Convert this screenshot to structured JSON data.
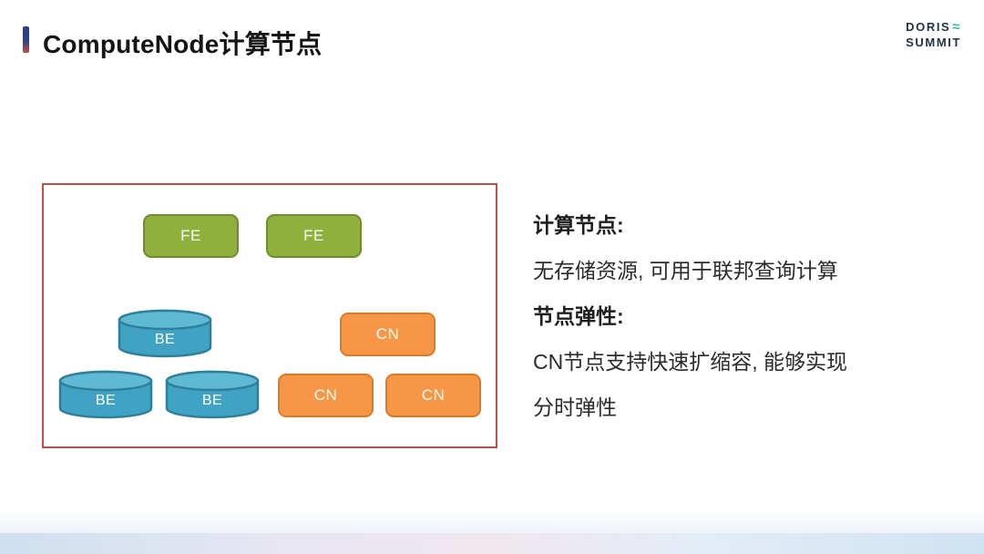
{
  "slide": {
    "title": "ComputeNode计算节点",
    "logo": {
      "line1": "DORIS",
      "line2": "SUMMIT",
      "mark": "≈"
    },
    "colors": {
      "accent_blue": "#27418f",
      "accent_red": "#c94a42",
      "diagram_border": "#bf4f4c",
      "fe_fill": "#8fb03c",
      "fe_border": "#6f8c2f",
      "cn_fill": "#f79646",
      "cn_border": "#d97a27",
      "be_fill": "#41a3c3",
      "be_top": "#5fb9d3",
      "be_border": "#2e7f9b",
      "logo_navy": "#223247",
      "logo_teal": "#35b8ac"
    }
  },
  "diagram": {
    "nodes": {
      "fe1": {
        "label": "FE"
      },
      "fe2": {
        "label": "FE"
      },
      "be1": {
        "label": "BE"
      },
      "be2": {
        "label": "BE"
      },
      "be3": {
        "label": "BE"
      },
      "cn1": {
        "label": "CN"
      },
      "cn2": {
        "label": "CN"
      },
      "cn3": {
        "label": "CN"
      }
    }
  },
  "content": {
    "heading1": "计算节点:",
    "body1": "无存储资源, 可用于联邦查询计算",
    "heading2": "节点弹性:",
    "body2_line1": "CN节点支持快速扩缩容, 能够实现",
    "body2_line2": "分时弹性"
  }
}
